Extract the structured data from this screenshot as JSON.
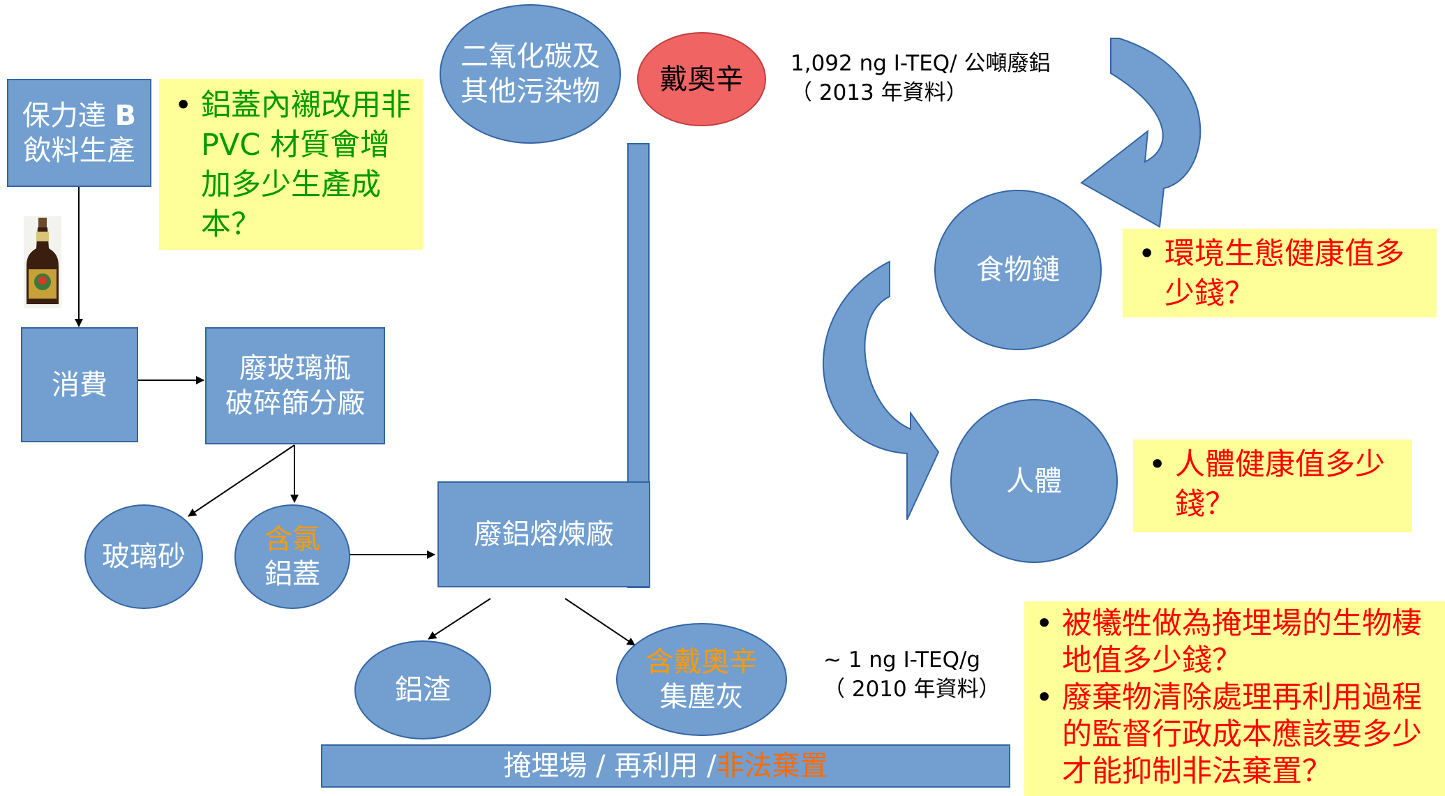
{
  "colors": {
    "node_fill": "#729fcf",
    "node_border": "#3465a4",
    "dioxin_fill": "#f06464",
    "note_bg": "#ffff99",
    "green_text": "#009900",
    "red_text": "#ff0000",
    "orange_text": "#ff9900"
  },
  "nodes": {
    "producer": {
      "line1_prefix": "保力達 ",
      "line1_bold": "B",
      "line2": "飲料生產"
    },
    "bottle_icon": "bottle-icon",
    "consume": "消費",
    "glass_plant": {
      "line1": "廢玻璃瓶",
      "line2": "破碎篩分廠"
    },
    "glass_sand": "玻璃砂",
    "chlorine_caps": {
      "line1_highlight": "含氯",
      "line2": "鋁蓋"
    },
    "smelter": "廢鋁熔煉廠",
    "co2": {
      "line1": "二氧化碳及",
      "line2": "其他污染物"
    },
    "dioxin": "戴奧辛",
    "dross": "鋁渣",
    "dust": {
      "line1_highlight": "含戴奧辛",
      "line2": "集塵灰"
    },
    "landfill": {
      "part1": "掩埋場 / 再利用 / ",
      "part2_highlight": "非法棄置"
    },
    "food_chain": "食物鏈",
    "human": "人體"
  },
  "annotations": {
    "dioxin_emission": {
      "line1": "1,092 ng I-TEQ/ 公噸廢鋁",
      "line2": "（ 2013 年資料）"
    },
    "dust_level": {
      "line1": "~ 1 ng I-TEQ/g",
      "line2": "（ 2010 年資料）"
    }
  },
  "notes": {
    "cap_cost": [
      "鋁蓋內襯改用非 PVC 材質會增加多少生產成本？"
    ],
    "eco_value": [
      "環境生態健康值多少錢？"
    ],
    "health_value": [
      "人體健康值多少錢？"
    ],
    "habitat_value": [
      "被犧牲做為掩埋場的生物棲地值多少錢？",
      "廢棄物清除處理再利用過程的監督行政成本應該要多少才能抑制非法棄置？"
    ]
  }
}
